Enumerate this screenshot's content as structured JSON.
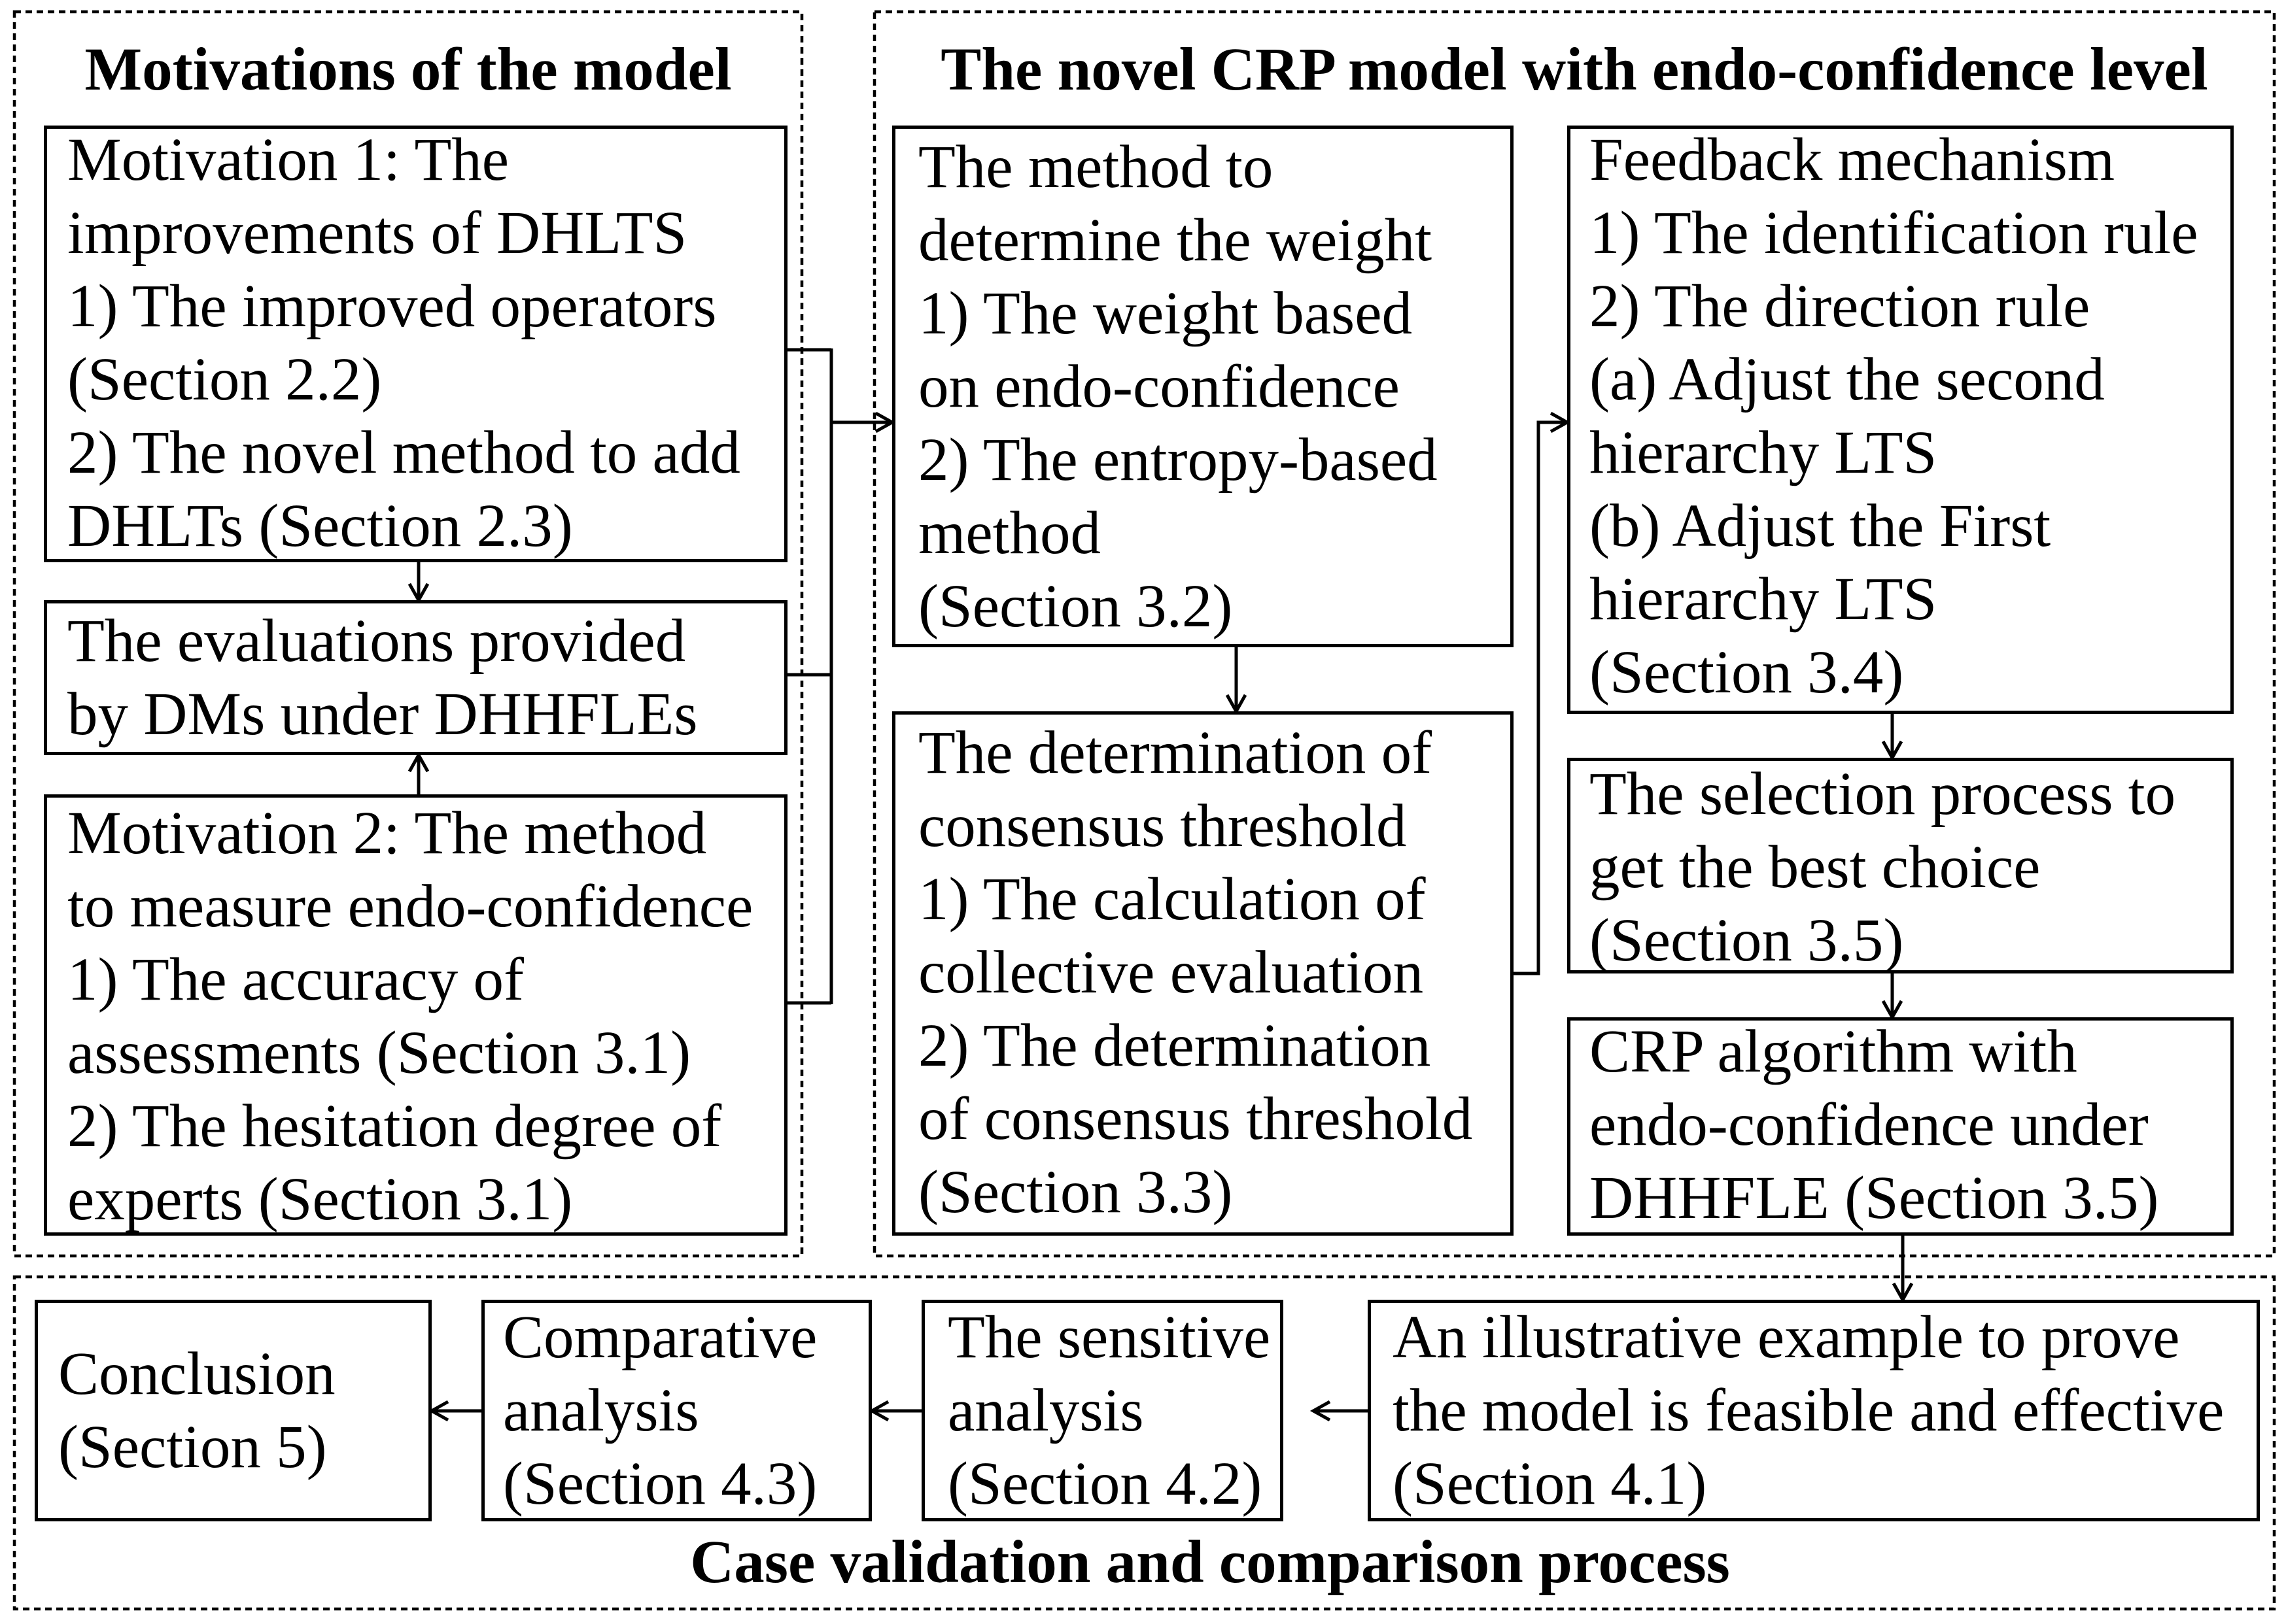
{
  "diagram": {
    "motivations_title": "Motivations of the model",
    "model_title": "The novel CRP model with endo-confidence level",
    "case_title": "Case validation and comparison process"
  },
  "boxes": {
    "motivation1": [
      "Motivation 1: The",
      "improvements of DHLTS",
      "1) The improved operators",
      "(Section 2.2)",
      "2) The novel method to add",
      "DHLTs (Section 2.3)"
    ],
    "evaluations": [
      "The evaluations provided",
      "by DMs under DHHFLEs"
    ],
    "motivation2": [
      "Motivation 2: The method",
      "to measure endo-confidence",
      "1) The accuracy of",
      "assessments (Section 3.1)",
      "2) The hesitation degree of",
      "experts (Section 3.1)"
    ],
    "weight_method": [
      "The method to",
      "determine the weight",
      "1) The weight based",
      "on endo-confidence",
      "2) The entropy-based",
      "method",
      "(Section 3.2)"
    ],
    "consensus_threshold": [
      "The determination of",
      "consensus threshold",
      "1) The calculation of",
      "collective evaluation",
      "2) The determination",
      "of consensus threshold",
      "(Section 3.3)"
    ],
    "feedback": [
      "Feedback mechanism",
      "1) The identification rule",
      "2) The direction rule",
      "(a) Adjust the second",
      "hierarchy LTS",
      "(b) Adjust the First",
      "hierarchy LTS",
      "(Section 3.4)"
    ],
    "selection": [
      "The selection process to",
      "get the best choice",
      "(Section 3.5)"
    ],
    "crp_algorithm": [
      "CRP algorithm with",
      "endo-confidence under",
      "DHHFLE (Section 3.5)"
    ],
    "illustrative_example": [
      "An illustrative example to prove",
      "the model is feasible and effective",
      "(Section 4.1)"
    ],
    "sensitive_analysis": [
      "The sensitive",
      "analysis",
      "(Section 4.2)"
    ],
    "comparative_analysis": [
      "Comparative",
      "analysis",
      "(Section 4.3)"
    ],
    "conclusion": [
      "Conclusion",
      "(Section 5)"
    ]
  }
}
